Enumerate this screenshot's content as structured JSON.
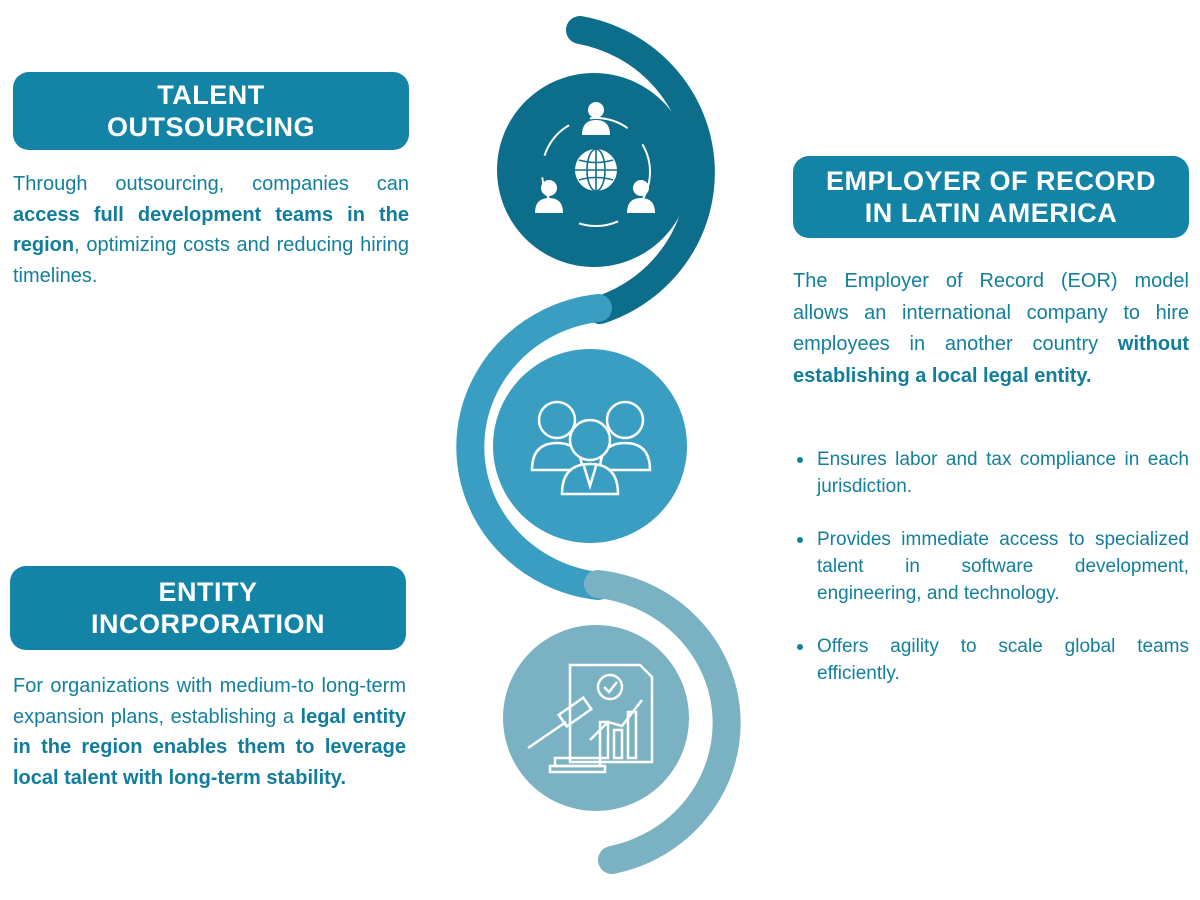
{
  "colors": {
    "dark_teal": "#0d6e8c",
    "mid_teal": "#3a9ec2",
    "light_teal": "#7ab2c4",
    "card_bg": "#1384a6",
    "text": "#12809c"
  },
  "cards": {
    "talent": {
      "line1": "TALENT",
      "line2": "OUTSOURCING"
    },
    "entity": {
      "line1": "ENTITY",
      "line2": "INCORPORATION"
    },
    "eor": {
      "line1": "EMPLOYER OF RECORD",
      "line2": "IN LATIN AMERICA"
    }
  },
  "talent_text": {
    "pre": "Through outsourcing, companies can ",
    "bold": "access full development teams in the region",
    "post": ", optimizing costs and reducing hiring timelines."
  },
  "entity_text": {
    "pre": "For organizations with medium-to long-term expansion plans, establishing a ",
    "bold": "legal entity in the region enables them to leverage local talent with long-term stability."
  },
  "eor_text": {
    "pre": "The Employer of Record (EOR) model allows an international company to hire employees in another country ",
    "bold": "without establishing a local legal entity."
  },
  "eor_bullets": [
    "Ensures labor and tax compliance in each jurisdiction.",
    "Provides immediate access to specialized talent in software development, engineering, and technology.",
    "Offers agility to scale global teams efficiently."
  ],
  "icons": {
    "top": "global-network-people-icon",
    "middle": "team-group-icon",
    "bottom": "legal-document-gavel-chart-icon"
  }
}
